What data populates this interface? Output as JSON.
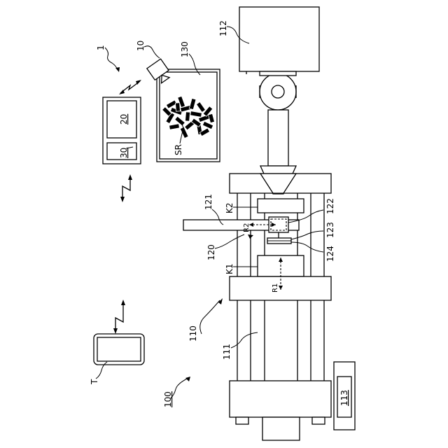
{
  "labels": {
    "system": "1",
    "camera": "10",
    "main_unit": "20",
    "operation_unit": "30",
    "overall": "100",
    "molding_machine": "110",
    "frame": "111",
    "controller": "112",
    "control_box": "113",
    "mold": "120",
    "arm": "121",
    "part_122": "122",
    "part_123": "123",
    "part_124": "124",
    "tray": "130",
    "terminal": "T",
    "molded_articles": "SR",
    "mold_half_1": "K1",
    "mold_half_2": "K2",
    "direction_1": "R1",
    "direction_2": "R2"
  }
}
